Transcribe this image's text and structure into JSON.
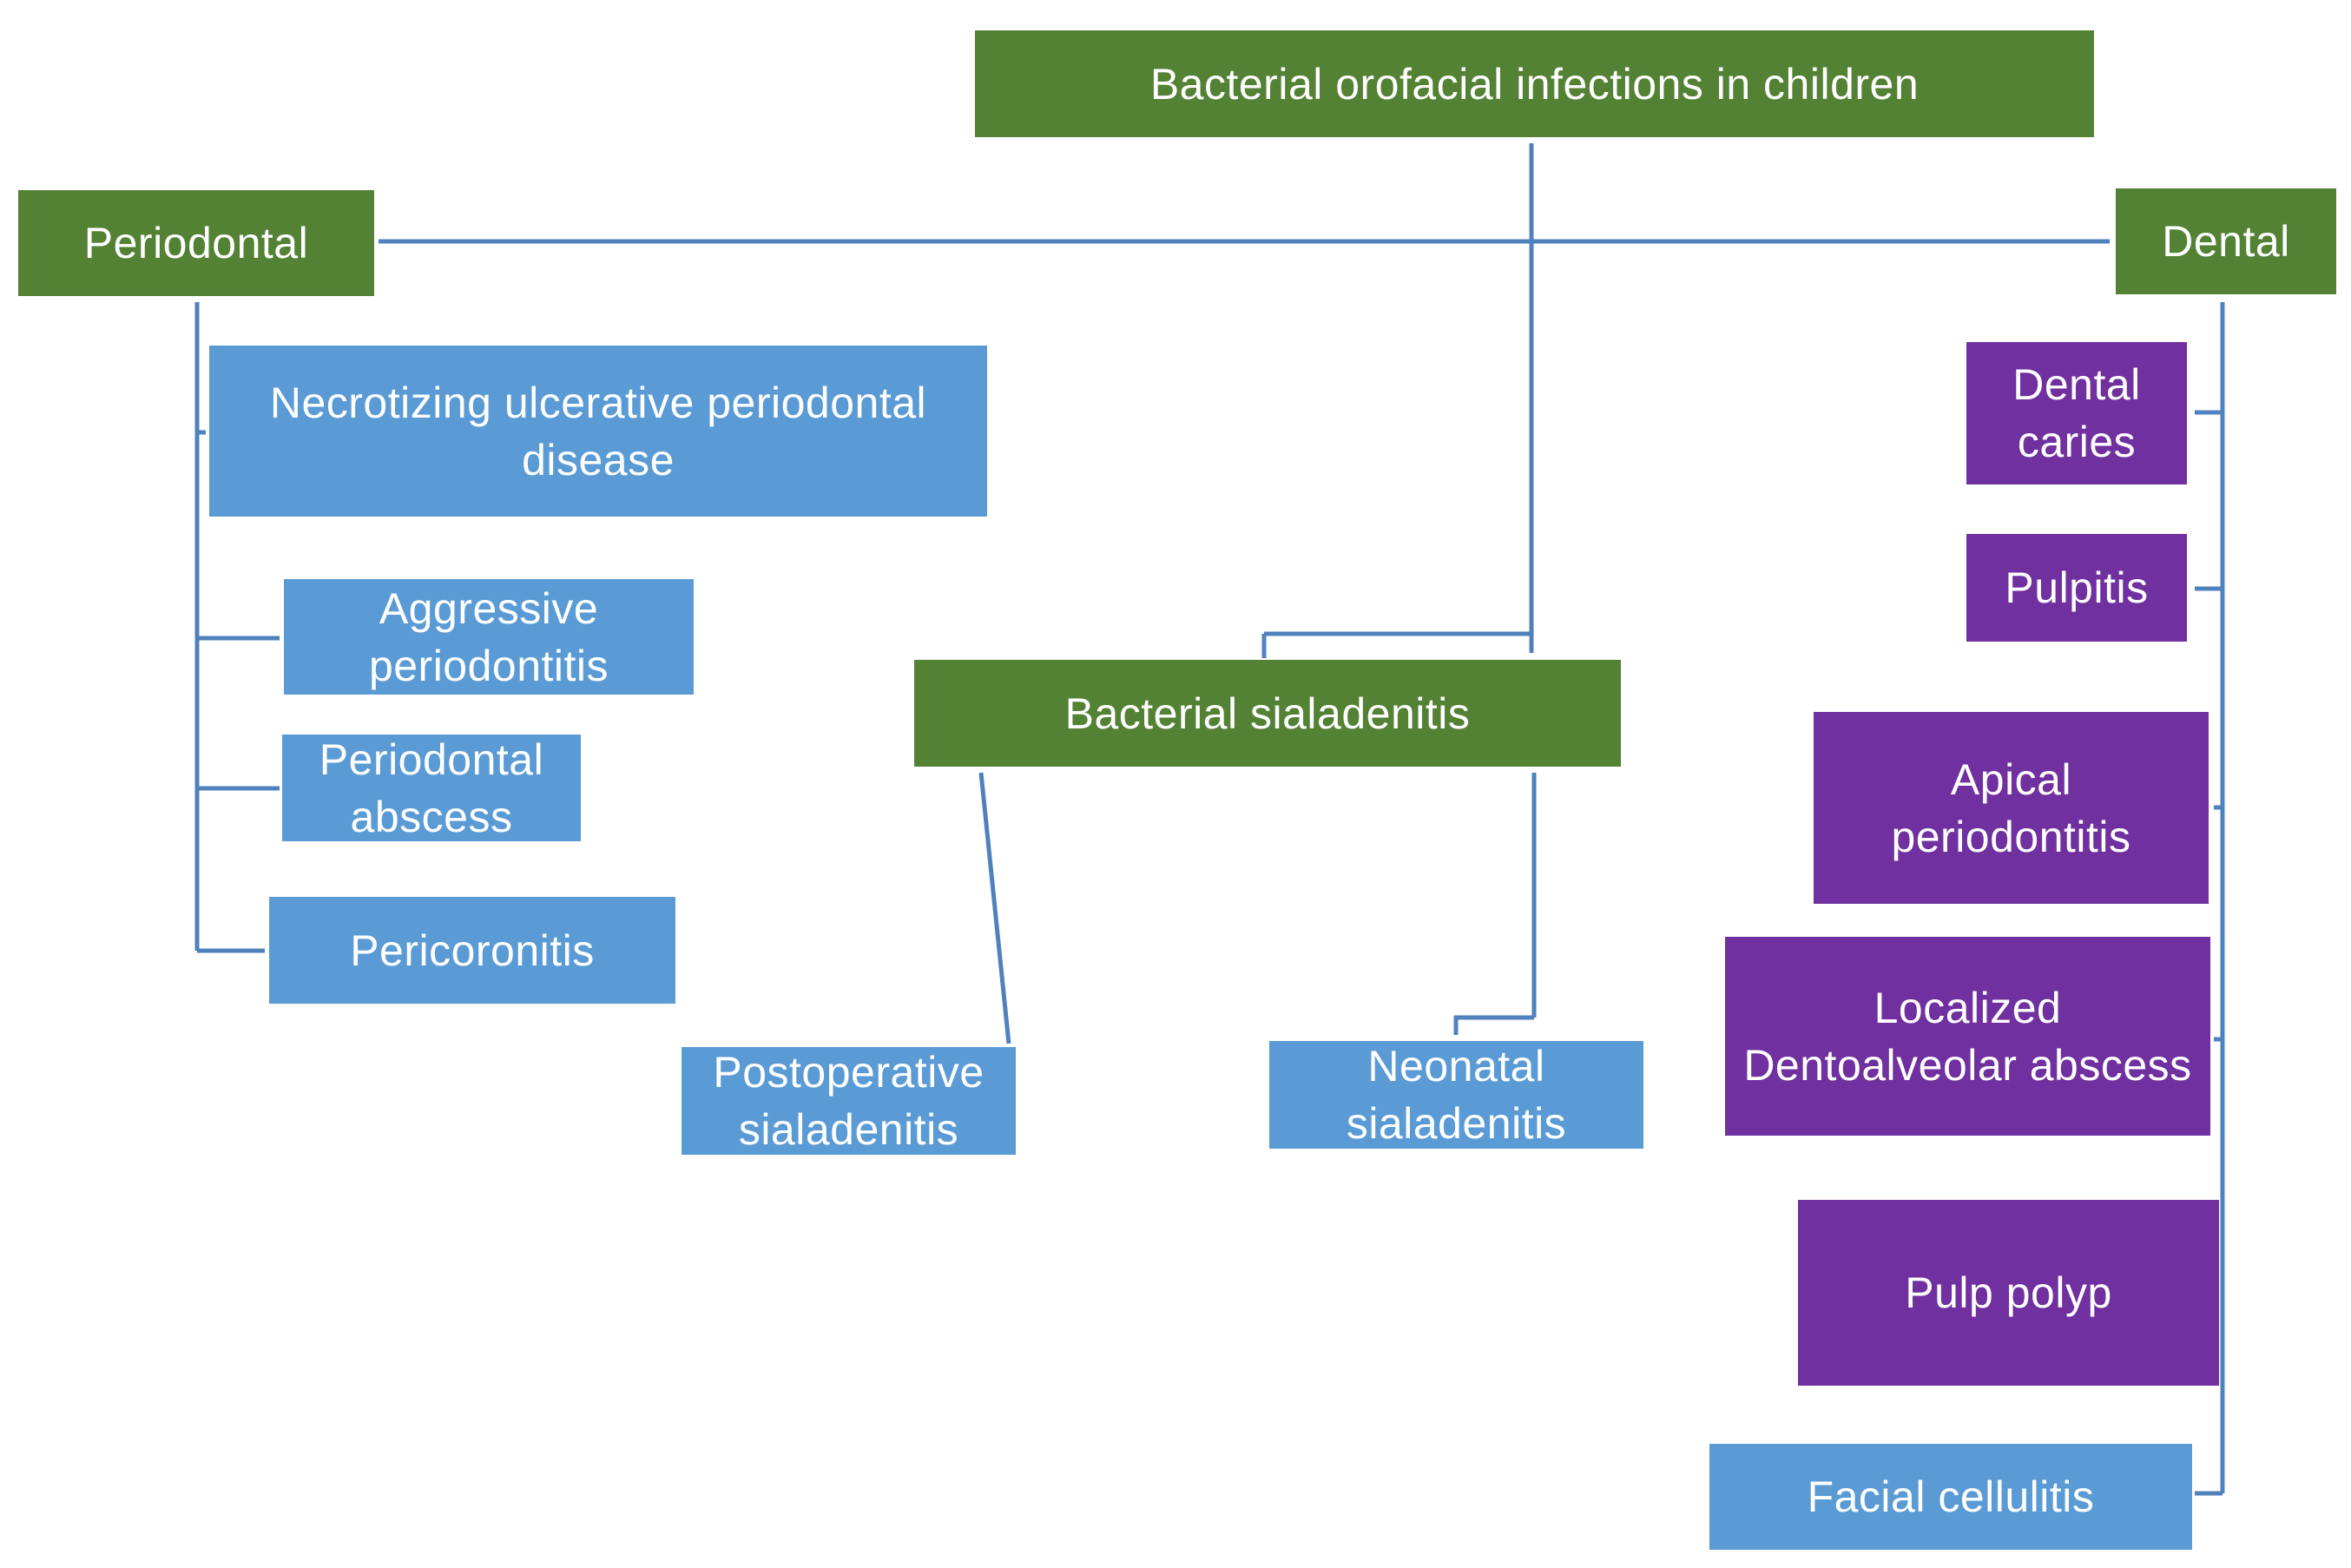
{
  "root": {
    "label": "Bacterial orofacial infections in children"
  },
  "periodontal": {
    "label": "Periodontal",
    "items": [
      "Necrotizing ulcerative periodontal disease",
      "Aggressive periodontitis",
      "Periodontal abscess",
      "Pericoronitis"
    ]
  },
  "sialadenitis": {
    "label": "Bacterial sialadenitis",
    "items": [
      "Postoperative sialadenitis",
      "Neonatal sialadenitis"
    ]
  },
  "dental": {
    "label": "Dental",
    "items": [
      "Dental caries",
      "Pulpitis",
      "Apical periodontitis",
      "Localized Dentoalveolar abscess",
      "Pulp polyp",
      "Facial cellulitis"
    ]
  },
  "colors": {
    "category": "#548235",
    "periodontal_items": "#5b9bd5",
    "dental_items": "#7030a0",
    "facial_cellulitis": "#5b9bd5",
    "connector": "#4f81bd"
  }
}
